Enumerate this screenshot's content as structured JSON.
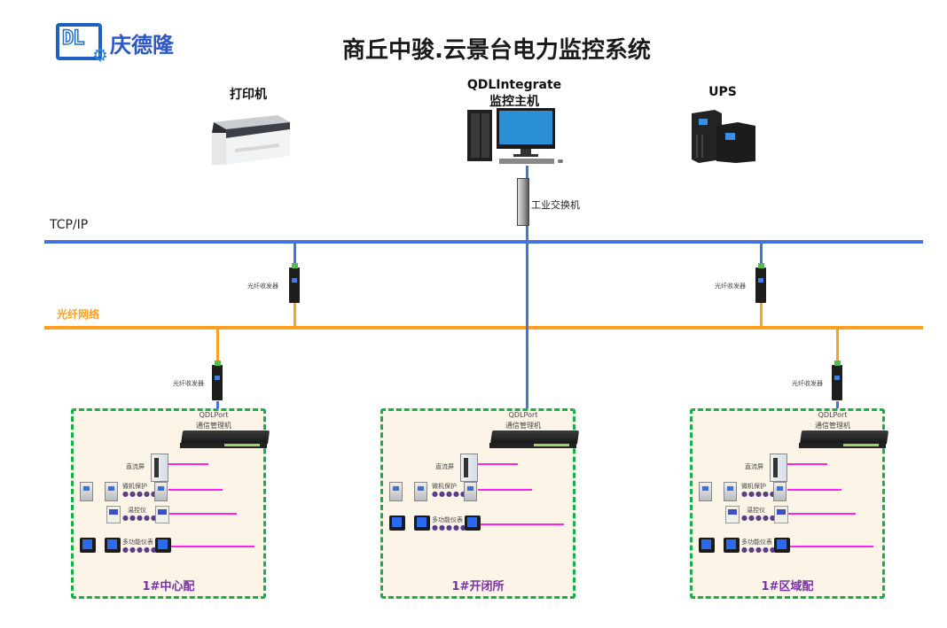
{
  "logo": {
    "mark": "DL",
    "brand_name": "庆德隆",
    "icon": "gear-icon"
  },
  "title": "商丘中骏.云景台电力监控系统",
  "top_devices": {
    "printer": {
      "label": "打印机",
      "icon": "printer-icon"
    },
    "host": {
      "label_line1": "QDLIntegrate",
      "label_line2": "监控主机",
      "icon": "desktop-computer-icon"
    },
    "ups": {
      "label": "UPS",
      "icon": "ups-icon"
    },
    "switch": {
      "label": "工业交换机",
      "icon": "industrial-switch-icon"
    }
  },
  "networks": {
    "tcpip": {
      "label": "TCP/IP",
      "color": "#4472e0"
    },
    "fiber": {
      "label": "光纤网络",
      "color": "#ffa020"
    }
  },
  "transceiver_label": "光纤收发器",
  "gateway": {
    "line1": "QDLPort",
    "line2": "通信管理机"
  },
  "device_labels": {
    "dc_screen": "直流屏",
    "relay_protection": "微机保护",
    "temp_controller": "温控仪",
    "multi_meter": "多功能仪表"
  },
  "stations": [
    {
      "name": "1#中心配",
      "link": "fiber"
    },
    {
      "name": "1#开闭所",
      "link": "tcpip"
    },
    {
      "name": "1#区域配",
      "link": "fiber"
    }
  ],
  "colors": {
    "serial_bus": "#ff22ee",
    "zone_border": "#14b048",
    "zone_fill": "#fdf4e8",
    "station_label": "#7b2fa8"
  }
}
